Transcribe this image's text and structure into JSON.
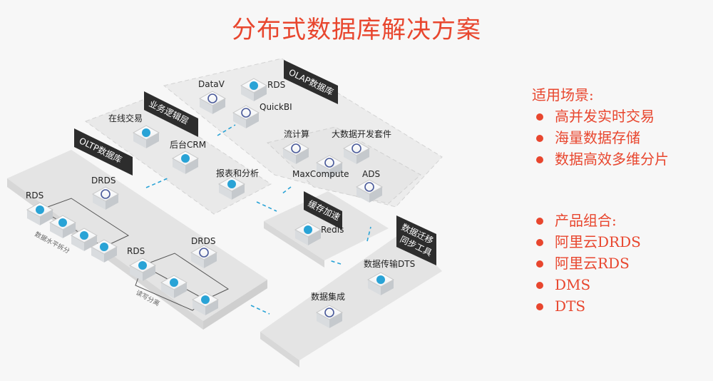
{
  "title": "分布式数据库解决方案",
  "diagram": {
    "zones": {
      "olap": "OLAP数据库",
      "business": "业务逻辑层",
      "oltp": "OLTP数据库",
      "cache": "缓存加速",
      "migration_line1": "数据迁移",
      "migration_line2": "同步工具"
    },
    "nodes": {
      "datav": "DataV",
      "rds_top": "RDS",
      "quickbi": "QuickBI",
      "online_trade": "在线交易",
      "crm": "后台CRM",
      "report": "报表和分析",
      "stream": "流计算",
      "bigdata": "大数据开发套件",
      "maxcompute": "MaxCompute",
      "ads": "ADS",
      "drds1": "DRDS",
      "rds1": "RDS",
      "drds2": "DRDS",
      "rds2": "RDS",
      "redis": "Redis",
      "dts": "数据传输DTS",
      "integration": "数据集成"
    },
    "annotations": {
      "horizontal_split": "数据水平拆分",
      "rw_split": "读写分离"
    }
  },
  "sidebar": {
    "scenario_title": "适用场景:",
    "scenarios": [
      "高并发实时交易",
      "海量数据存储",
      "数据高效多维分片"
    ],
    "products_title": "产品组合:",
    "products": [
      "阿里云DRDS",
      "阿里云RDS",
      "DMS",
      "DTS"
    ]
  },
  "colors": {
    "title": "#e8462e",
    "accent": "#29a3d6",
    "zone_label_bg": "#2d2d2d"
  }
}
